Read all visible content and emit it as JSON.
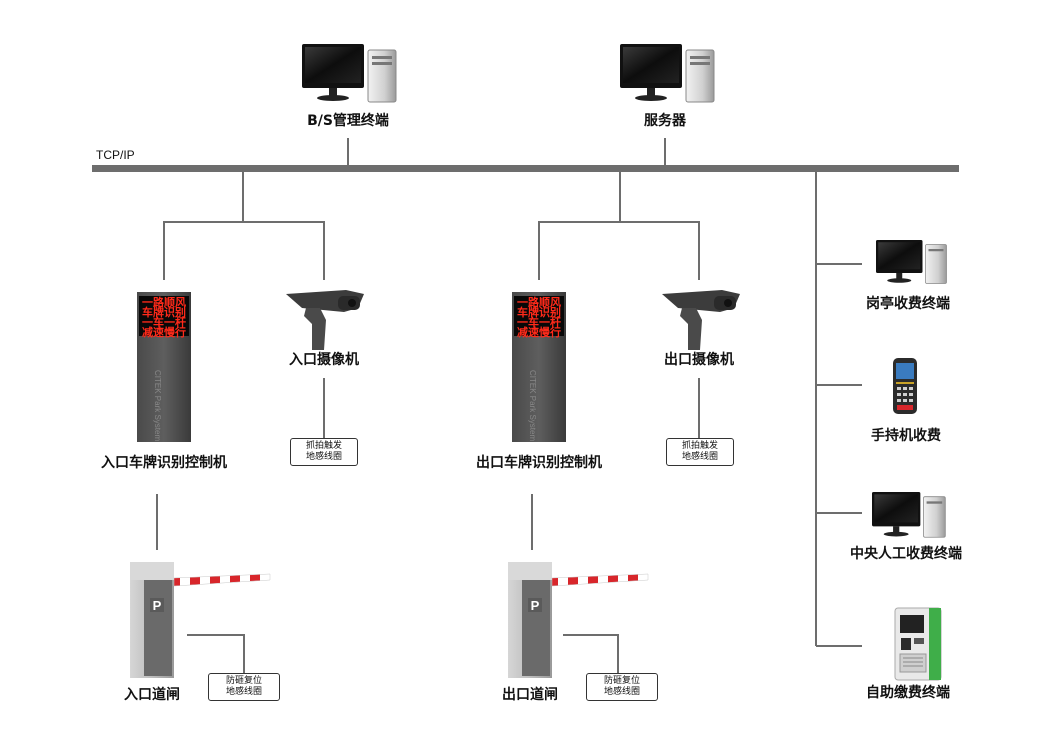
{
  "network": {
    "label": "TCP/IP"
  },
  "top": {
    "bs_terminal": "B/S管理终端",
    "server": "服务器"
  },
  "entry": {
    "controller_label": "入口车牌识别控制机",
    "camera_label": "入口摄像机",
    "gate_label": "入口道闸",
    "camera_loop": [
      "抓拍触发",
      "地感线圈"
    ],
    "gate_loop": [
      "防砸复位",
      "地感线圈"
    ],
    "led_lines": [
      "一路顺风",
      "车牌识别",
      "一车一杆",
      "减速慢行"
    ]
  },
  "exit": {
    "controller_label": "出口车牌识别控制机",
    "camera_label": "出口摄像机",
    "gate_label": "出口道闸",
    "camera_loop": [
      "抓拍触发",
      "地感线圈"
    ],
    "gate_loop": [
      "防砸复位",
      "地感线圈"
    ],
    "led_lines": [
      "一路顺风",
      "车牌识别",
      "一车一杆",
      "减速慢行"
    ]
  },
  "controller_brand": "CITEK Park System",
  "gate_sign": "P",
  "right": {
    "booth_terminal": "岗亭收费终端",
    "handheld": "手持机收费",
    "central_terminal": "中央人工收费终端",
    "self_service": "自助缴费终端"
  },
  "colors": {
    "line": "#6d6d6d",
    "bus": "#6d6d6d",
    "led": "#ff2a1a",
    "barrier_red": "#d8262b"
  }
}
